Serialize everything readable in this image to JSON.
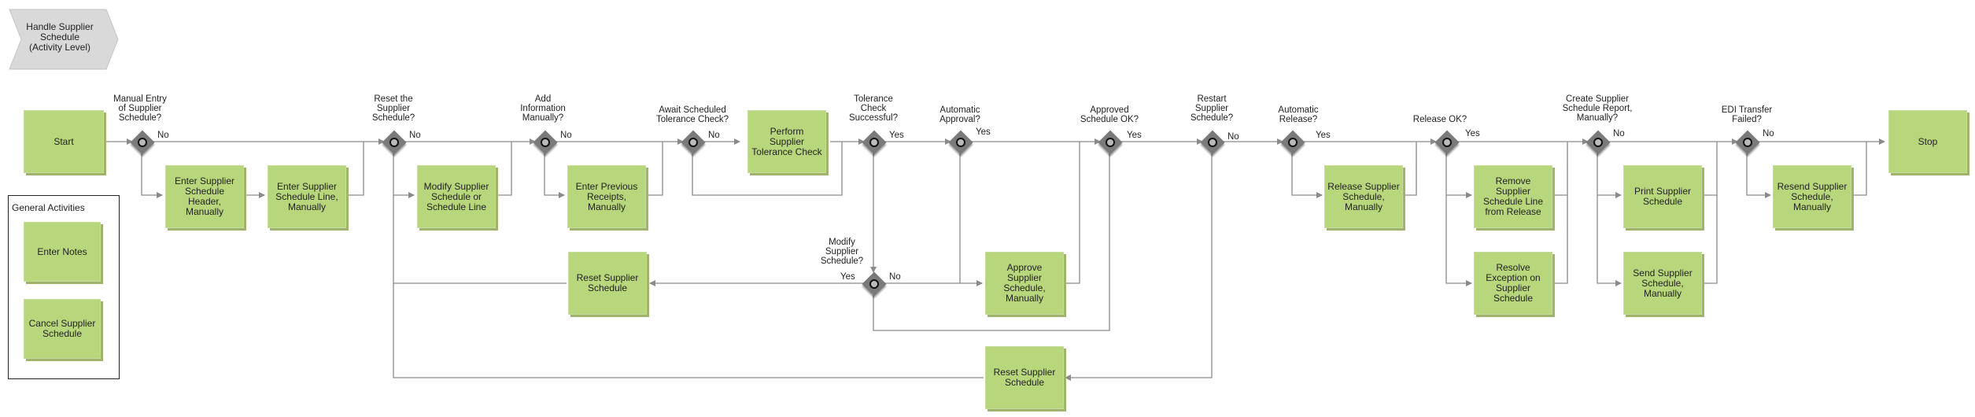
{
  "title": "Handle Supplier\nSchedule\n(Activity Level)",
  "general_activities": {
    "heading": "General Activities",
    "items": [
      "Enter Notes",
      "Cancel Supplier\nSchedule"
    ]
  },
  "colors": {
    "activity": "#b8d67b",
    "activity_shadow": "#9fb46a",
    "gateway": "#7a7a7a",
    "line": "#8a8a8a",
    "chevron": "#d9d9d9"
  },
  "activities": {
    "start": "Start",
    "enter_header": "Enter Supplier\nSchedule\nHeader,\nManually",
    "enter_line": "Enter Supplier\nSchedule Line,\nManually",
    "modify_schedule": "Modify Supplier\nSchedule or\nSchedule Line",
    "enter_receipts": "Enter Previous\nReceipts,\nManually",
    "perform_tolerance": "Perform\nSupplier\nTolerance Check",
    "reset_1": "Reset Supplier\nSchedule",
    "approve": "Approve\nSupplier\nSchedule,\nManually",
    "reset_2": "Reset Supplier\nSchedule",
    "release": "Release Supplier\nSchedule,\nManually",
    "remove_line": "Remove\nSupplier\nSchedule Line\nfrom Release",
    "resolve_exception": "Resolve\nException on\nSupplier\nSchedule",
    "print": "Print Supplier\nSchedule",
    "send": "Send Supplier\nSchedule,\nManually",
    "resend": "Resend Supplier\nSchedule,\nManually",
    "stop": "Stop"
  },
  "gateways": {
    "manual_entry": "Manual Entry\nof Supplier\nSchedule?",
    "reset": "Reset the\nSupplier\nSchedule?",
    "add_info": "Add\nInformation\nManually?",
    "await_tolerance": "Await Scheduled\nTolerance Check?",
    "tolerance_ok": "Tolerance\nCheck\nSuccessful?",
    "auto_approval": "Automatic\nApproval?",
    "approved_ok": "Approved\nSchedule OK?",
    "restart": "Restart\nSupplier\nSchedule?",
    "auto_release": "Automatic\nRelease?",
    "release_ok": "Release OK?",
    "create_report": "Create Supplier\nSchedule Report,\nManually?",
    "edi_failed": "EDI Transfer\nFailed?",
    "modify": "Modify\nSupplier\nSchedule?"
  },
  "branch_labels": {
    "yes": "Yes",
    "no": "No"
  }
}
